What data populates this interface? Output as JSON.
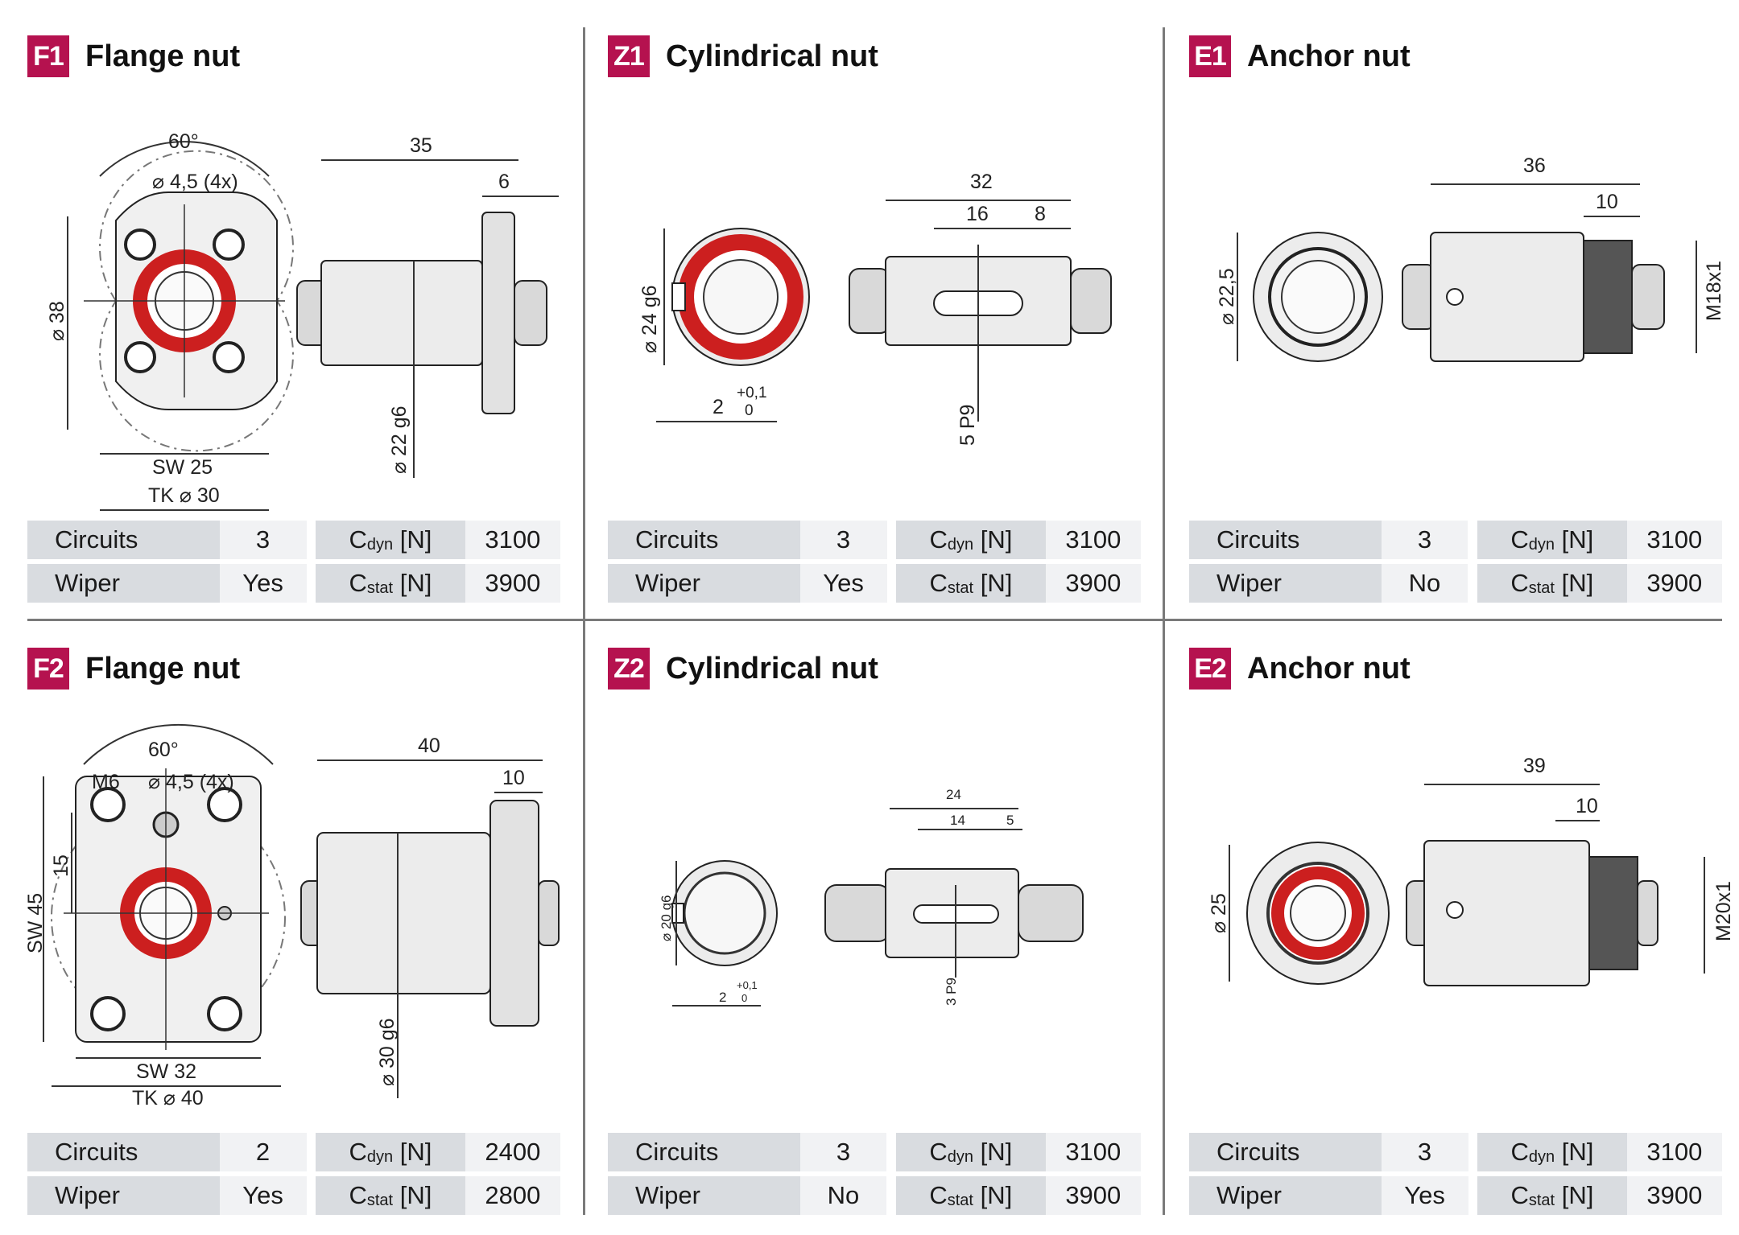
{
  "panels": [
    {
      "tag": "F1",
      "title": "Flange nut",
      "dims": {
        "a": "60°",
        "b": "⌀ 4,5 (4x)",
        "c": "35",
        "d": "6",
        "e": "⌀ 38",
        "f": "SW 25",
        "g": "TK ⌀ 30",
        "h": "⌀ 22 g6"
      },
      "circuits_label": "Circuits",
      "circuits": "3",
      "wiper_label": "Wiper",
      "wiper": "Yes",
      "cdyn_label": "C",
      "cdyn_sub": "dyn",
      "cdyn_unit": " [N]",
      "cdyn": "3100",
      "cstat_label": "C",
      "cstat_sub": "stat",
      "cstat_unit": " [N]",
      "cstat": "3900"
    },
    {
      "tag": "Z1",
      "title": "Cylindrical nut",
      "dims": {
        "a": "32",
        "b": "16",
        "c": "8",
        "d": "⌀ 24 g6",
        "e": "2",
        "f": "+0,1",
        "g": "0",
        "h": "5 P9"
      },
      "circuits_label": "Circuits",
      "circuits": "3",
      "wiper_label": "Wiper",
      "wiper": "Yes",
      "cdyn_label": "C",
      "cdyn_sub": "dyn",
      "cdyn_unit": " [N]",
      "cdyn": "3100",
      "cstat_label": "C",
      "cstat_sub": "stat",
      "cstat_unit": " [N]",
      "cstat": "3900"
    },
    {
      "tag": "E1",
      "title": "Anchor nut",
      "dims": {
        "a": "36",
        "b": "10",
        "c": "⌀ 22,5",
        "d": "M18x1"
      },
      "circuits_label": "Circuits",
      "circuits": "3",
      "wiper_label": "Wiper",
      "wiper": "No",
      "cdyn_label": "C",
      "cdyn_sub": "dyn",
      "cdyn_unit": " [N]",
      "cdyn": "3100",
      "cstat_label": "C",
      "cstat_sub": "stat",
      "cstat_unit": " [N]",
      "cstat": "3900"
    },
    {
      "tag": "F2",
      "title": "Flange nut",
      "dims": {
        "a": "60°",
        "b": "M6",
        "c": "⌀ 4,5 (4x)",
        "d": "40",
        "e": "10",
        "f": "SW 45",
        "g": "15",
        "h": "SW 32",
        "i": "TK ⌀ 40",
        "j": "⌀ 30 g6"
      },
      "circuits_label": "Circuits",
      "circuits": "2",
      "wiper_label": "Wiper",
      "wiper": "Yes",
      "cdyn_label": "C",
      "cdyn_sub": "dyn",
      "cdyn_unit": " [N]",
      "cdyn": "2400",
      "cstat_label": "C",
      "cstat_sub": "stat",
      "cstat_unit": " [N]",
      "cstat": "2800"
    },
    {
      "tag": "Z2",
      "title": "Cylindrical nut",
      "dims": {
        "a": "24",
        "b": "14",
        "c": "5",
        "d": "⌀ 20 g6",
        "e": "2",
        "f": "+0,1",
        "g": "0",
        "h": "3 P9"
      },
      "circuits_label": "Circuits",
      "circuits": "3",
      "wiper_label": "Wiper",
      "wiper": "No",
      "cdyn_label": "C",
      "cdyn_sub": "dyn",
      "cdyn_unit": " [N]",
      "cdyn": "3100",
      "cstat_label": "C",
      "cstat_sub": "stat",
      "cstat_unit": " [N]",
      "cstat": "3900"
    },
    {
      "tag": "E2",
      "title": "Anchor nut",
      "dims": {
        "a": "39",
        "b": "10",
        "c": "⌀ 25",
        "d": "M20x1"
      },
      "circuits_label": "Circuits",
      "circuits": "3",
      "wiper_label": "Wiper",
      "wiper": "Yes",
      "cdyn_label": "C",
      "cdyn_sub": "dyn",
      "cdyn_unit": " [N]",
      "cdyn": "3100",
      "cstat_label": "C",
      "cstat_sub": "stat",
      "cstat_unit": " [N]",
      "cstat": "3900"
    }
  ]
}
